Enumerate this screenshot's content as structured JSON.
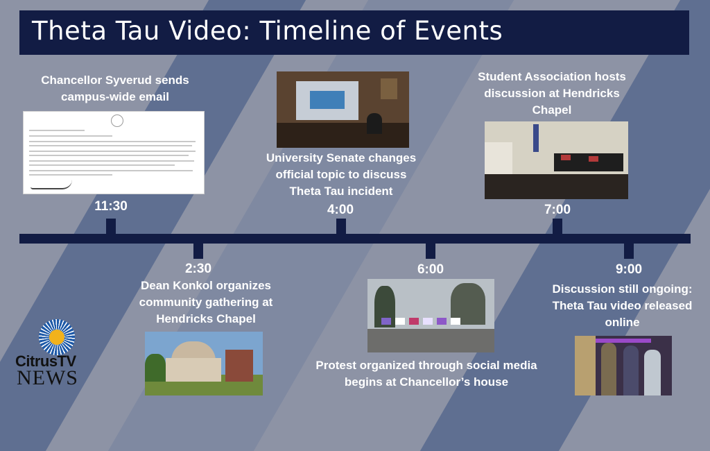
{
  "title": "Theta Tau Video: Timeline of Events",
  "events": [
    {
      "time": "11:30",
      "label": "Chancellor Syverud sends campus-wide email",
      "image": "email-letter"
    },
    {
      "time": "2:30",
      "label": "Dean Konkol organizes community gathering at Hendricks Chapel",
      "image": "hendricks-chapel-photo"
    },
    {
      "time": "4:00",
      "label": "University Senate changes official topic to discuss Theta Tau incident",
      "image": "senate-meeting-photo"
    },
    {
      "time": "6:00",
      "label": "Protest organized through social media begins at Chancellor’s house",
      "image": "protest-photo"
    },
    {
      "time": "7:00",
      "label": "Student Association hosts discussion at Hendricks Chapel",
      "image": "discussion-photo"
    },
    {
      "time": "9:00",
      "label": "Discussion still ongoing: Theta Tau video released online",
      "image": "video-still-photo"
    }
  ],
  "logo": {
    "line1": "CitrusTV",
    "line2": "NEWS"
  },
  "colors": {
    "background": "#8d93a5",
    "navy": "#121c44",
    "stripe": "#5f6f91",
    "text": "#ffffff"
  }
}
